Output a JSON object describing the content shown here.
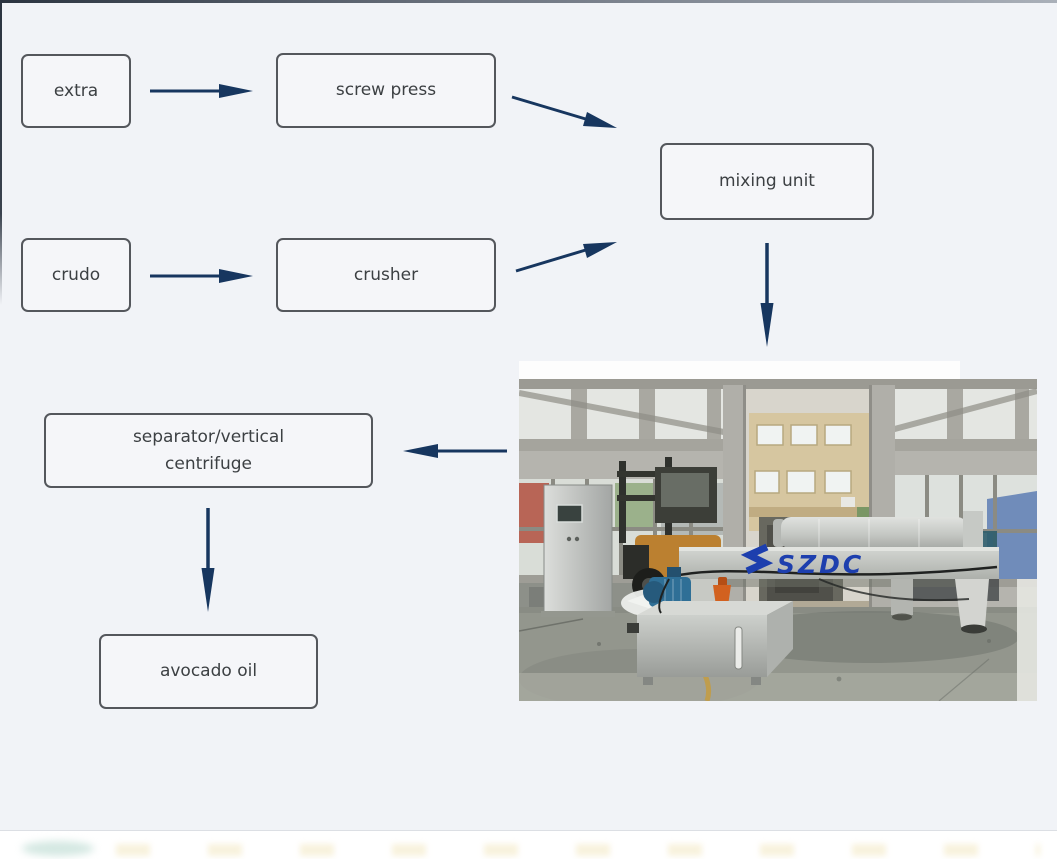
{
  "page": {
    "background": "#f1f3f7",
    "arrow_color": "#17365f",
    "box_border_color": "#54575c",
    "box_fill": "#f5f6f9",
    "text_color": "#3c4043"
  },
  "flowchart": {
    "nodes": [
      {
        "id": "extra",
        "label": "extra"
      },
      {
        "id": "screw-press",
        "label": "screw press"
      },
      {
        "id": "crudo",
        "label": "crudo"
      },
      {
        "id": "crusher",
        "label": "crusher"
      },
      {
        "id": "mixing-unit",
        "label": "mixing unit"
      },
      {
        "id": "separator-vertical-centrifuge",
        "label": "separator/vertical centrifuge"
      },
      {
        "id": "avocado-oil",
        "label": "avocado oil"
      }
    ],
    "edges": [
      {
        "from": "extra",
        "to": "screw-press"
      },
      {
        "from": "screw-press",
        "to": "mixing-unit"
      },
      {
        "from": "crudo",
        "to": "crusher"
      },
      {
        "from": "crusher",
        "to": "mixing-unit"
      },
      {
        "from": "mixing-unit",
        "to": "machine-photo"
      },
      {
        "from": "machine-photo",
        "to": "separator-vertical-centrifuge"
      },
      {
        "from": "separator-vertical-centrifuge",
        "to": "avocado-oil"
      }
    ]
  },
  "photo": {
    "logo_text": "SZDC",
    "logo_color": "#1d3fae",
    "description": "Factory workshop photo: stainless-steel decanter centrifuge with SZDC logo on its frame, hydraulic tank and blue motor, steel control cabinet and forklift inside an industrial hall with a large open door"
  }
}
